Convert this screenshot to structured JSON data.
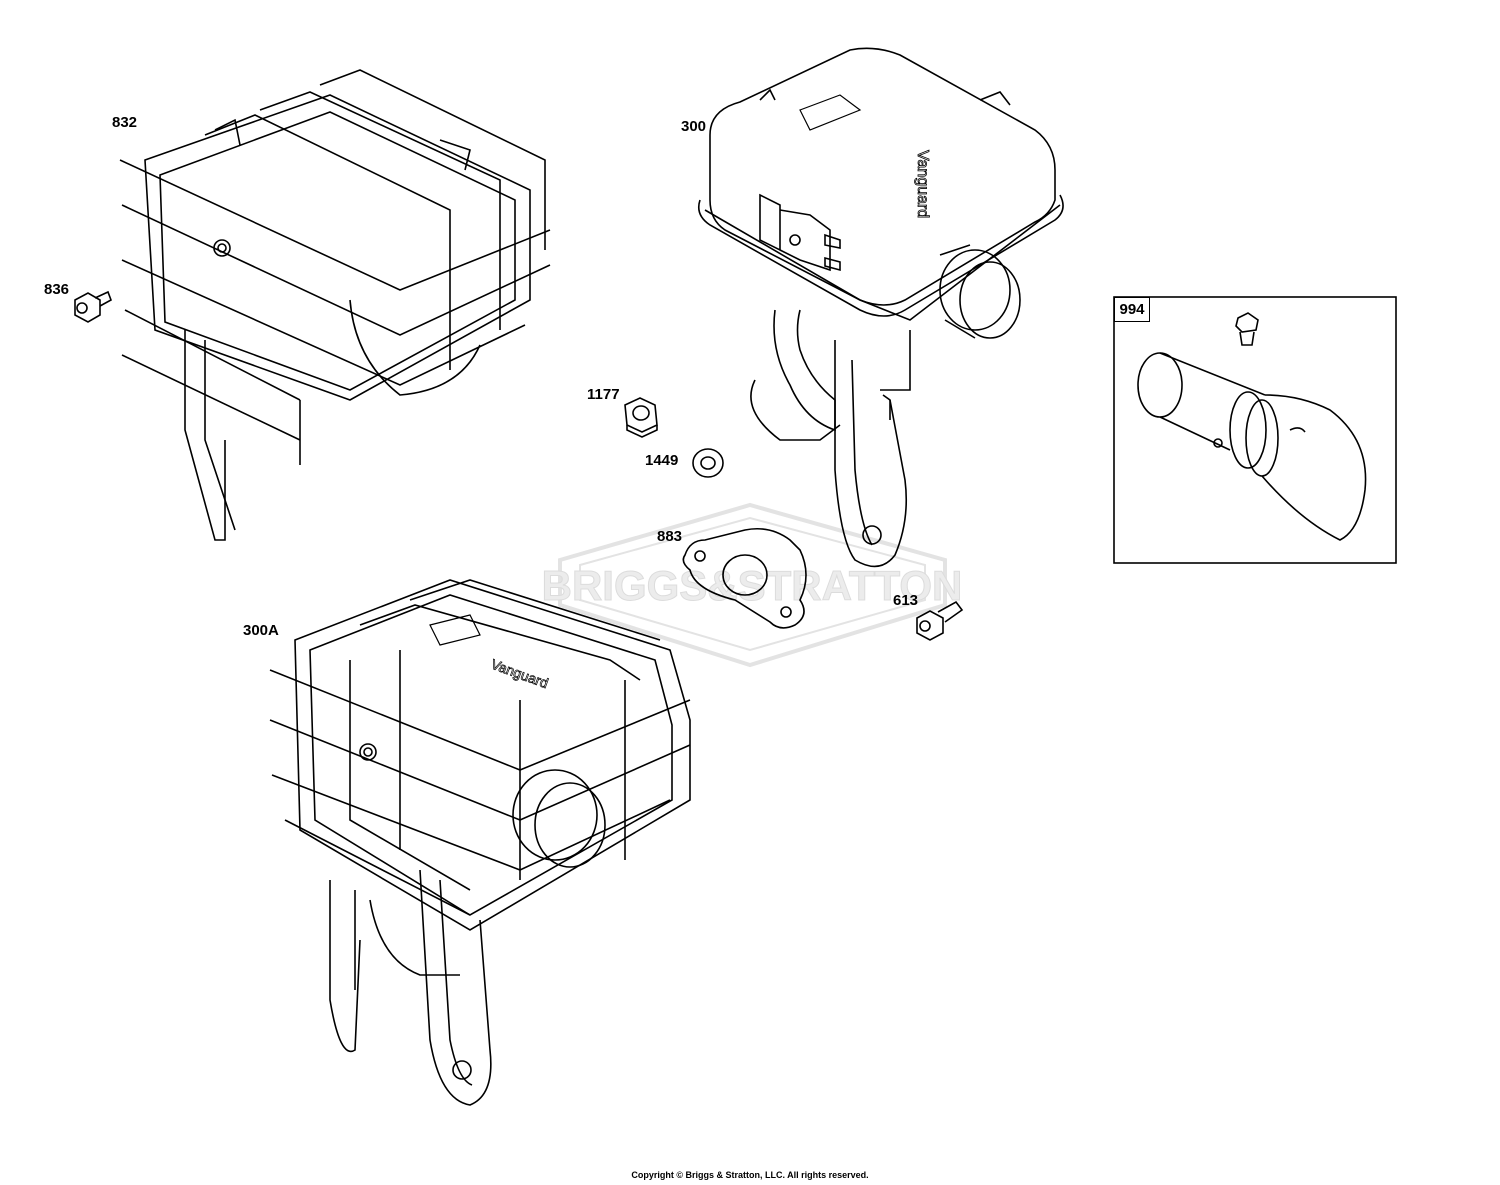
{
  "watermark": {
    "logo_text": "BRIGGS & STRATTON"
  },
  "callouts": {
    "c832": "832",
    "c836": "836",
    "c300": "300",
    "c1177": "1177",
    "c1449": "1449",
    "c883": "883",
    "c613": "613",
    "c300a": "300A",
    "c994": "994"
  },
  "footer": {
    "copyright": "Copyright © Briggs & Stratton, LLC. All rights reserved."
  },
  "colors": {
    "line": "#000000",
    "watermark": "#e6e6e6"
  }
}
